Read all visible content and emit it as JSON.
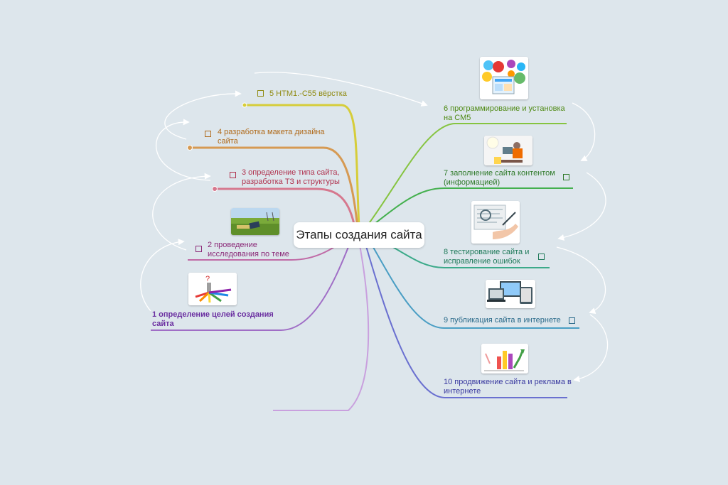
{
  "map": {
    "center_title": "Этапы создания сайта",
    "nodes": [
      {
        "id": "n1",
        "label": "1 определение целей создания сайта",
        "color": "#6a2ea0"
      },
      {
        "id": "n2",
        "label": "2 проведение исследования по теме",
        "color": "#8b2a78"
      },
      {
        "id": "n3",
        "label": "3 определение типа сайта, разработка ТЗ и структуры",
        "color": "#b0334f"
      },
      {
        "id": "n4",
        "label": "4 разработка макета дизайна сайта",
        "color": "#b06a1a"
      },
      {
        "id": "n5",
        "label": "5 HTM1.-C55 вёрстка",
        "color": "#8f8a10"
      },
      {
        "id": "n6",
        "label": "6 программирование и установка на СМ5",
        "color": "#4f8a14"
      },
      {
        "id": "n7",
        "label": "7 заполнение сайта контентом (информацией)",
        "color": "#2f7a2a"
      },
      {
        "id": "n8",
        "label": "8 тестирование сайта и исправление ошибок",
        "color": "#1f7a5a"
      },
      {
        "id": "n9",
        "label": "9 публикация сайта в интернете",
        "color": "#2a6a8a"
      },
      {
        "id": "n10",
        "label": "10 продвижение сайта и реклама в интернете",
        "color": "#3a3aa0"
      }
    ]
  }
}
